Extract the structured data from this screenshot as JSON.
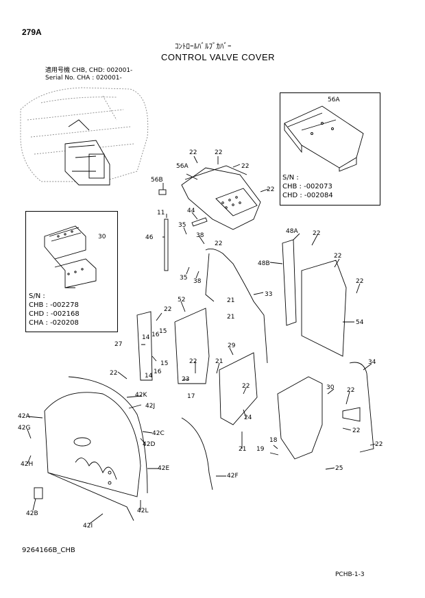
{
  "header": {
    "page_number": "279A",
    "title_jp": "ｺﾝﾄﾛｰﾙﾊﾞﾙﾌﾞｶﾊﾞｰ",
    "title_en": "CONTROL VALVE COVER",
    "applicability_line1": "適用号機 CHB, CHD: 002001-",
    "applicability_line2": "Serial No. CHA    : 020001-"
  },
  "inset_right": {
    "part_label": "56A",
    "sn_label": "S/N :",
    "sn_line1": "CHB : -002073",
    "sn_line2": "CHD : -002084"
  },
  "inset_left": {
    "part_label": "30",
    "sn_label": "S/N :",
    "sn_line1": "CHB : -002278",
    "sn_line2": "CHD : -002168",
    "sn_line3": "CHA : -020208"
  },
  "callouts": {
    "c22a": "22",
    "c22b": "22",
    "c22c": "22",
    "c22d": "22",
    "c22e": "22",
    "c22f": "22",
    "c22g": "22",
    "c22h": "22",
    "c22i": "22",
    "c22j": "22",
    "c22k": "22",
    "c22l": "22",
    "c22m": "22",
    "c22n": "22",
    "c22o": "22",
    "c56A": "56A",
    "c56B": "56B",
    "c11": "11",
    "c44": "44",
    "c35a": "35",
    "c38a": "38",
    "c46": "46",
    "c35b": "35",
    "c38b": "38",
    "c48A": "48A",
    "c48B": "48B",
    "c33": "33",
    "c21a": "21",
    "c21b": "21",
    "c21c": "21",
    "c21d": "21",
    "c54": "54",
    "c52": "52",
    "c14a": "14",
    "c16a": "16",
    "c15a": "15",
    "c27": "27",
    "c15b": "15",
    "c16b": "16",
    "c14b": "14",
    "c23": "23",
    "c17": "17",
    "c29": "29",
    "c30": "30",
    "c34": "34",
    "c24": "24",
    "c42K": "42K",
    "c42J": "42J",
    "c42A": "42A",
    "c42G": "42G",
    "c42C": "42C",
    "c42D": "42D",
    "c42H": "42H",
    "c42E": "42E",
    "c42F": "42F",
    "c18": "18",
    "c19": "19",
    "c25": "25",
    "c42B": "42B",
    "c42L": "42L",
    "c42I": "42I"
  },
  "footer": {
    "drawing_number": "9264166B_CHB",
    "page_code": "PCHB-1-3"
  }
}
